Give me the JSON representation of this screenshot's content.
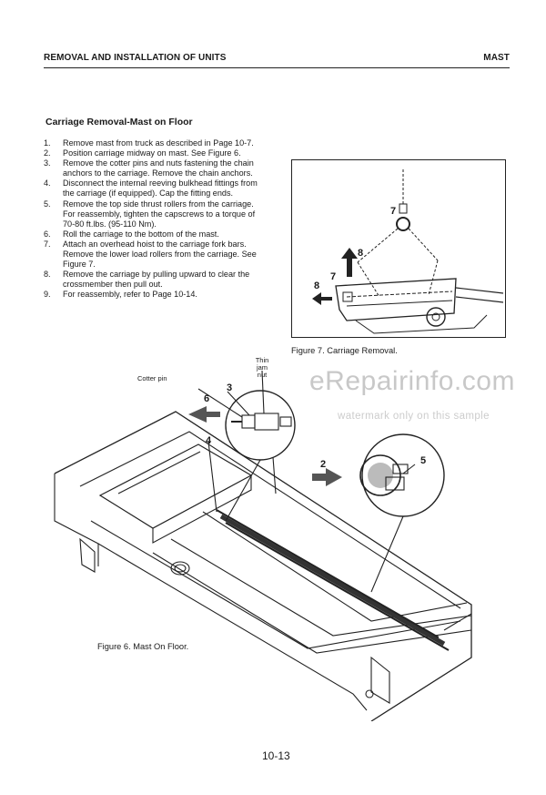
{
  "header": {
    "left": "REMOVAL AND INSTALLATION OF UNITS",
    "right": "MAST"
  },
  "section_title": "Carriage Removal-Mast on Floor",
  "steps": [
    {
      "num": "1.",
      "text": "Remove mast from truck as described in Page 10-7."
    },
    {
      "num": "2.",
      "text": "Position carriage midway on mast. See Figure 6."
    },
    {
      "num": "3.",
      "text": "Remove the cotter pins and nuts fastening the chain anchors to the carriage. Remove the chain anchors."
    },
    {
      "num": "4.",
      "text": "Disconnect the internal reeving bulkhead fittings from the carriage (if equipped). Cap the fitting ends."
    },
    {
      "num": "5.",
      "text": "Remove the top side thrust rollers from the carriage. For reassembly, tighten the capscrews to a torque of 70-80 ft.lbs. (95-110 Nm)."
    },
    {
      "num": "6.",
      "text": "Roll the carriage to the bottom of the mast."
    },
    {
      "num": "7.",
      "text": "Attach an overhead hoist to the carriage fork bars. Remove the lower load rollers from the carriage. See Figure 7."
    },
    {
      "num": "8.",
      "text": "Remove the carriage by pulling upward to clear the crossmember then pull out."
    },
    {
      "num": "9.",
      "text": "For reassembly, refer to Page 10-14."
    }
  ],
  "figure7": {
    "caption": "Figure 7.  Carriage Removal.",
    "callouts": {
      "seven_top": "7",
      "eight_up": "8",
      "seven_left": "7",
      "eight_left": "8"
    }
  },
  "figure6": {
    "caption": "Figure 6.  Mast On Floor.",
    "labels": {
      "cotter_pin": "Cotter pin",
      "thin_jam_nut": "Thin jam nut"
    },
    "callouts": {
      "three": "3",
      "six": "6",
      "four": "4",
      "two": "2",
      "five": "5"
    }
  },
  "watermark": {
    "brand": "eRepairinfo.com",
    "note": "watermark only on this sample"
  },
  "page_number": "10-13"
}
